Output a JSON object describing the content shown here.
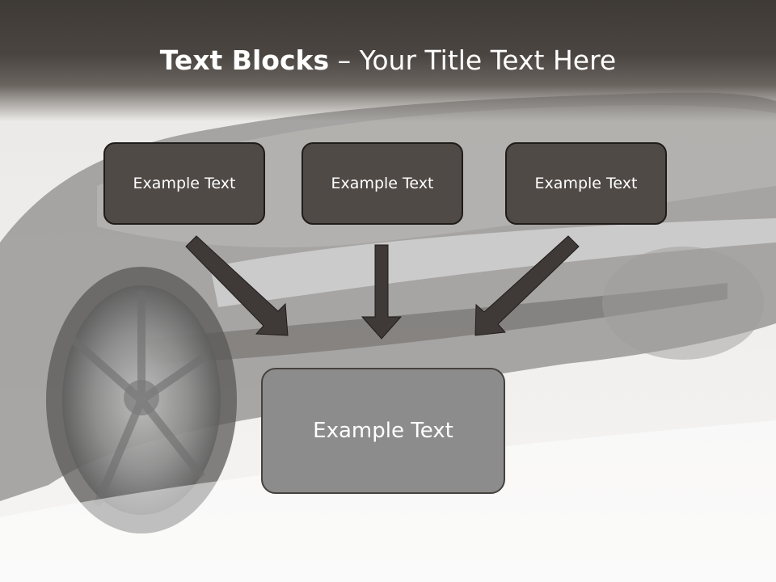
{
  "slide": {
    "title_bold": "Text Blocks",
    "title_separator": " – ",
    "title_rest": "Your Title Text Here"
  },
  "boxes": {
    "top": [
      "Example Text",
      "Example Text",
      "Example Text"
    ],
    "bottom": "Example Text"
  },
  "colors": {
    "header": "#3e3a36",
    "box_fill": "#4f4a46",
    "bottom_box_fill": "#8c8c8c",
    "arrow": "#3f3a37"
  }
}
